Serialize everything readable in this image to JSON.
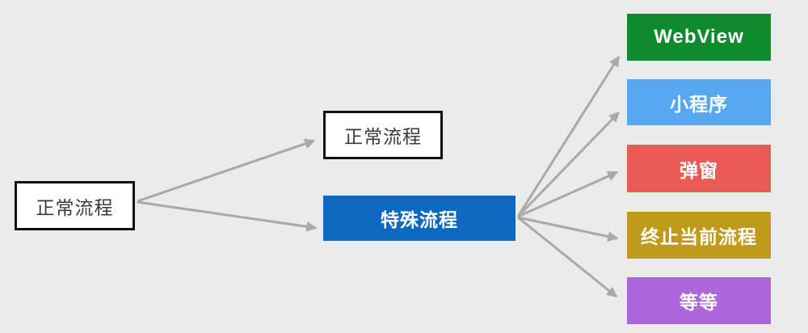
{
  "diagram": {
    "background_color": "#ebebeb",
    "arrow_color": "#a9a9a9",
    "nodes": {
      "root": {
        "label": "正常流程",
        "style": "outline",
        "bg": "#ffffff",
        "fg": "#3a3a3a"
      },
      "normal": {
        "label": "正常流程",
        "style": "outline",
        "bg": "#ffffff",
        "fg": "#3a3a3a"
      },
      "special": {
        "label": "特殊流程",
        "style": "filled",
        "bg": "#0d68c0",
        "fg": "#ffffff"
      },
      "webview": {
        "label": "WebView",
        "style": "filled",
        "bg": "#0f8b2e",
        "fg": "#ffffff"
      },
      "mini": {
        "label": "小程序",
        "style": "filled",
        "bg": "#57a7f3",
        "fg": "#ffffff"
      },
      "popup": {
        "label": "弹窗",
        "style": "filled",
        "bg": "#ea5b56",
        "fg": "#ffffff"
      },
      "terminate": {
        "label": "终止当前流程",
        "style": "filled",
        "bg": "#bf9b1c",
        "fg": "#ffffff"
      },
      "etc": {
        "label": "等等",
        "style": "filled",
        "bg": "#aa66da",
        "fg": "#ffffff"
      }
    },
    "edges": [
      {
        "from": "root",
        "to": "normal"
      },
      {
        "from": "root",
        "to": "special"
      },
      {
        "from": "special",
        "to": "webview"
      },
      {
        "from": "special",
        "to": "mini"
      },
      {
        "from": "special",
        "to": "popup"
      },
      {
        "from": "special",
        "to": "terminate"
      },
      {
        "from": "special",
        "to": "etc"
      }
    ]
  }
}
